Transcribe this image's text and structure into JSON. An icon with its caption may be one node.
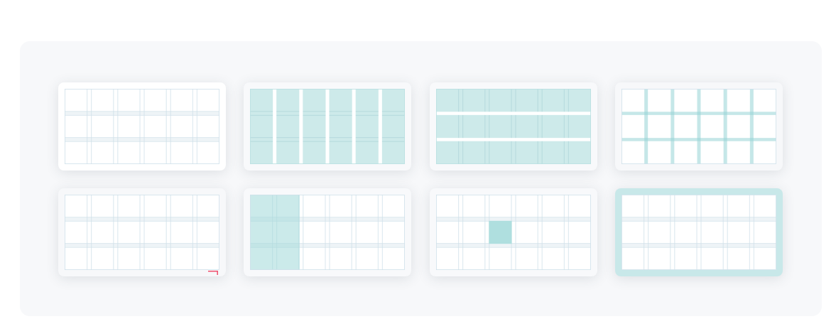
{
  "diagram": {
    "nodes": [
      {
        "text": [],
        "shape": "box"
      },
      {
        "text": [],
        "shape": "box",
        "in": 0
      },
      {
        "text": [],
        "shape": "box",
        "in": 0
      },
      {
        "text": [],
        "shape": "box",
        "in": 0
      },
      {
        "text": [],
        "shape": "box",
        "in": 0
      },
      {
        "text": [],
        "shape": "box",
        "in": 0
      },
      {
        "text": [],
        "shape": "box",
        "in": 0
      },
      {
        "text": [],
        "shape": "box",
        "in": 0
      },
      {
        "text": [],
        "shape": "box",
        "in": 0
      }
    ]
  }
}
